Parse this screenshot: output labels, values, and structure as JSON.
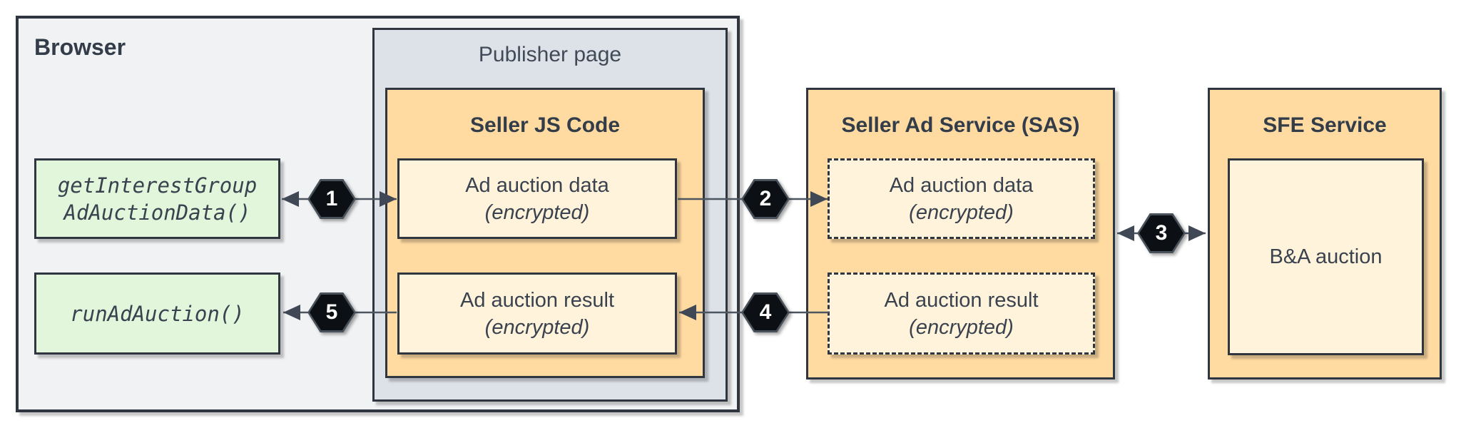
{
  "containers": {
    "browser": "Browser",
    "publisher_page": "Publisher page",
    "seller_js": "Seller JS Code",
    "sas": "Seller Ad Service (SAS)",
    "sfe": "SFE Service"
  },
  "nodes": {
    "get_interest_group_line1": "getInterestGroup",
    "get_interest_group_line2": "AdAuctionData()",
    "run_ad_auction": "runAdAuction()",
    "ad_auction_data_line1": "Ad auction data",
    "ad_auction_data_line2": "(encrypted)",
    "ad_auction_result_line1": "Ad auction result",
    "ad_auction_result_line2": "(encrypted)",
    "ba_auction": "B&A auction"
  },
  "steps": [
    {
      "n": "1",
      "between": "getInterestGroupAdAuctionData and Seller JS ad auction data",
      "bidirectional": true
    },
    {
      "n": "2",
      "between": "Seller JS ad auction data and SAS ad auction data",
      "bidirectional": false
    },
    {
      "n": "3",
      "between": "SAS and SFE Service",
      "bidirectional": true
    },
    {
      "n": "4",
      "between": "SAS ad auction result and Seller JS ad auction result",
      "bidirectional": false
    },
    {
      "n": "5",
      "between": "Seller JS ad auction result and runAdAuction",
      "bidirectional": false
    }
  ],
  "colors": {
    "service_orange": "#FFDBA1",
    "inner_cream": "#FFF3DB",
    "api_green": "#E2F6DC",
    "browser_gray": "#F1F2F4",
    "publisher_gray": "#DDE1E8",
    "border_dark": "#2F3640",
    "badge_black": "#0C0F13",
    "text_dark": "#333C49"
  }
}
